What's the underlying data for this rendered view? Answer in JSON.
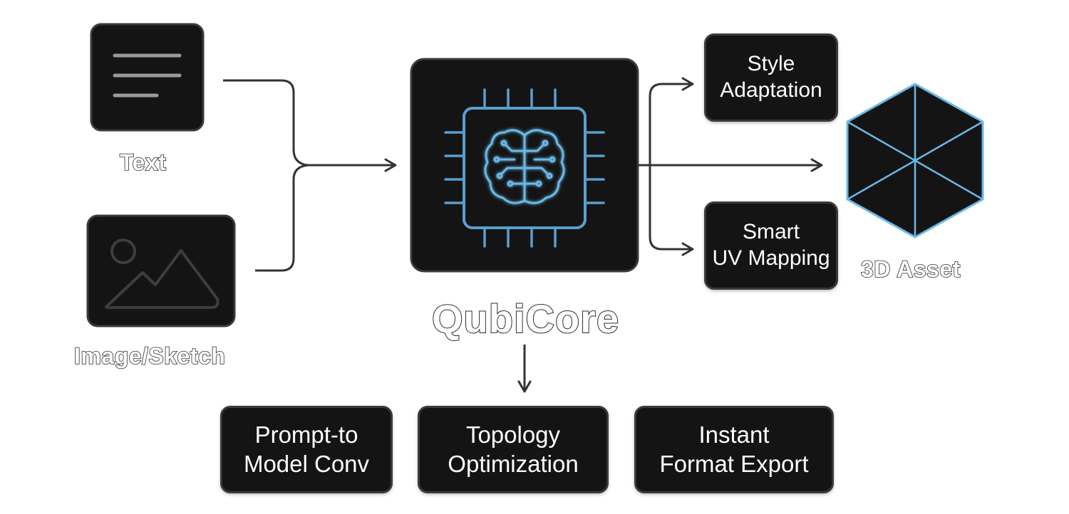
{
  "inputs": {
    "text_label": "Text",
    "image_label": "Image/Sketch"
  },
  "core": {
    "name": "QubiCore"
  },
  "branches": {
    "style": [
      "Style",
      "Adaptation"
    ],
    "uv": [
      "Smart",
      "UV Mapping"
    ]
  },
  "output": {
    "label": "3D Asset"
  },
  "features": {
    "prompt": [
      "Prompt-to",
      "Model Conv"
    ],
    "topology": [
      "Topology",
      "Optimization"
    ],
    "export": [
      "Instant",
      "Format Export"
    ]
  },
  "colors": {
    "box_fill": "#141414",
    "accent_blue": "#6ab8e8",
    "arrow": "#333333"
  }
}
